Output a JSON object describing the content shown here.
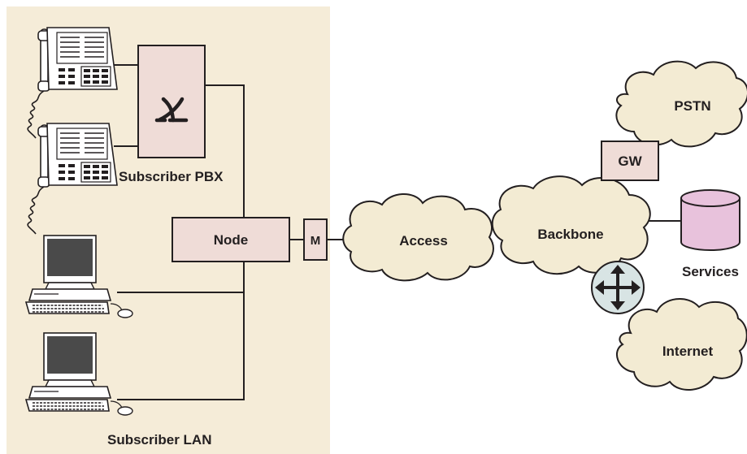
{
  "labels": {
    "subscriber_pbx": "Subscriber PBX",
    "subscriber_lan": "Subscriber LAN",
    "node": "Node",
    "modem": "M",
    "access": "Access",
    "backbone": "Backbone",
    "gateway": "GW",
    "pstn": "PSTN",
    "services": "Services",
    "internet": "Internet",
    "pbx_symbol": "X"
  },
  "colors": {
    "subscriber_area": "#f5ecd8",
    "cloud_fill": "#f3ebd3",
    "box_fill": "#efdcd7",
    "services_fill": "#e8c2dc",
    "router_fill": "#d8e4e4",
    "line": "#231f20"
  },
  "icons": {
    "phones": [
      "desk-phone-icon",
      "desk-phone-icon"
    ],
    "computers": [
      "desktop-computer-icon",
      "desktop-computer-icon"
    ],
    "router": "router-arrows-icon",
    "services": "database-cylinder-icon"
  }
}
